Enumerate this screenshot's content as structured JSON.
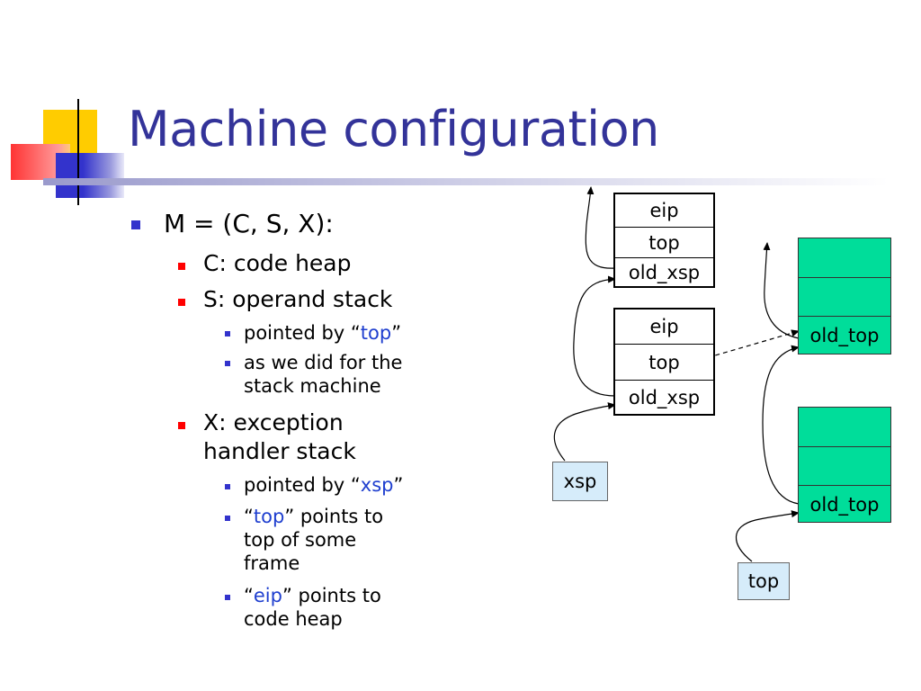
{
  "slide": {
    "title": "Machine configuration"
  },
  "bullets": {
    "l1": "M = (C, S, X):",
    "c_heap": "C: code heap",
    "s_stack": "S: operand stack",
    "s_pointed_pre": "pointed by “",
    "s_pointed_kw": "top",
    "s_pointed_post": "”",
    "s_as_line1": "as we did for the",
    "s_as_line2": "stack machine",
    "x_line1": "X: exception",
    "x_line2": "handler stack",
    "x_pointed_pre": "pointed by “",
    "x_pointed_kw": "xsp",
    "x_pointed_post": "”",
    "x_top_pre": "“",
    "x_top_kw": "top",
    "x_top_post": "” points to",
    "x_top_line2": "top of some",
    "x_top_line3": "frame",
    "x_eip_pre": "“",
    "x_eip_kw": "eip",
    "x_eip_post": "” points to",
    "x_eip_line2": "code heap"
  },
  "diagram": {
    "frame1": [
      "eip",
      "top",
      "old_xsp"
    ],
    "frame2": [
      "eip",
      "top",
      "old_xsp"
    ],
    "stack1": [
      "",
      "",
      "old_top"
    ],
    "stack2": [
      "",
      "",
      "old_top"
    ],
    "xsp_label": "xsp",
    "top_label": "top"
  },
  "colors": {
    "title": "#333399",
    "bullet_l1": "#3333cc",
    "bullet_l2": "#ff0000",
    "keyword": "#1f3fcf",
    "stack_fill": "#00dd9a",
    "pointer_fill": "#d6ecfa"
  }
}
